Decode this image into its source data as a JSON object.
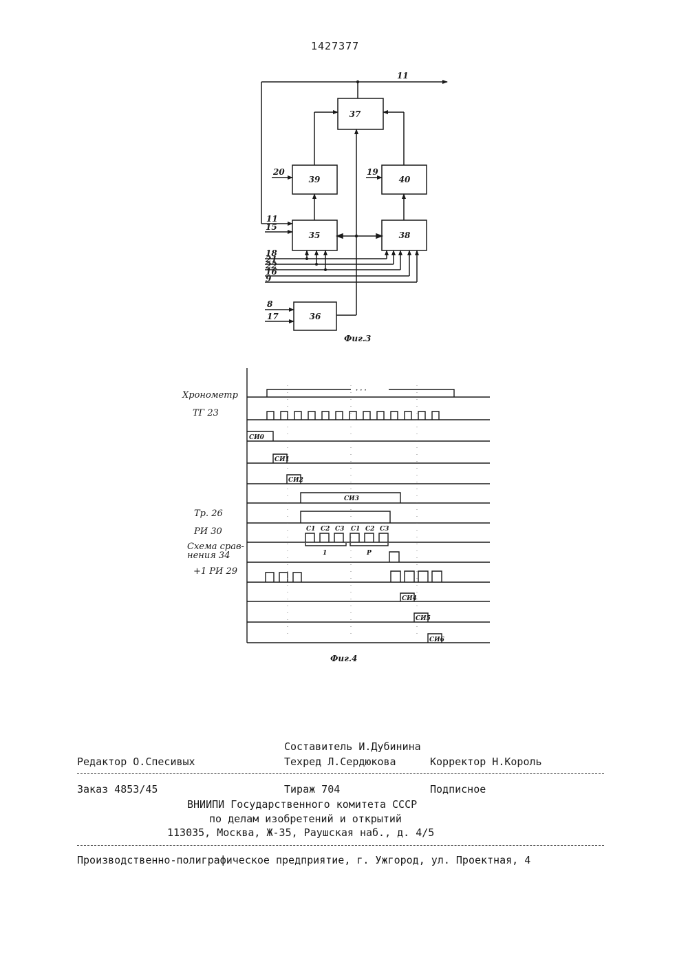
{
  "header": {
    "patent_number": "1427377"
  },
  "fig3": {
    "caption": "Фиг.3",
    "blocks": {
      "b37": "37",
      "b39": "39",
      "b40": "40",
      "b35": "35",
      "b38": "38",
      "b36": "36"
    },
    "signals": {
      "out11": "11",
      "in20": "20",
      "in19": "19",
      "in11": "11",
      "in15": "15",
      "bus18": "18",
      "bus21": "21",
      "bus22": "22",
      "bus16": "16",
      "bus9": "9",
      "in8": "8",
      "in17": "17"
    }
  },
  "fig4": {
    "caption": "Фиг.4",
    "rows": {
      "chronometer": "Хронометр",
      "tg23": "ТГ 23",
      "tr26": "Тр. 26",
      "ri30": "РИ 30",
      "comp1": "Схема срав-",
      "comp2": "нения 34",
      "ri29": "+1 РИ 29"
    },
    "tags": {
      "sm0": "СИ0",
      "sm1": "СИ1",
      "sm2": "СИ2",
      "sm3": "СИ3",
      "sm4": "СИ4",
      "sm5": "СИ5",
      "sm6": "СИ6",
      "c1a": "С1",
      "c2a": "С2",
      "c3a": "С3",
      "c1b": "С1",
      "c2b": "С2",
      "c3b": "С3",
      "grp1": "1",
      "grpP": "Р",
      "dots": "· · ·"
    }
  },
  "imprint": {
    "compiler": "Составитель И.Дубинина",
    "editor": "Редактор О.Спесивых",
    "techred": "Техред Л.Сердюкова",
    "corrector": "Корректор Н.Король",
    "order": "Заказ 4853/45",
    "circulation": "Тираж 704",
    "subscription": "Подписное",
    "org1": "ВНИИПИ Государственного комитета СССР",
    "org2": "по делам изобретений и открытий",
    "address": "113035, Москва, Ж-35, Раушская наб., д. 4/5",
    "printer": "Производственно-полиграфическое предприятие, г. Ужгород, ул. Проектная, 4"
  }
}
